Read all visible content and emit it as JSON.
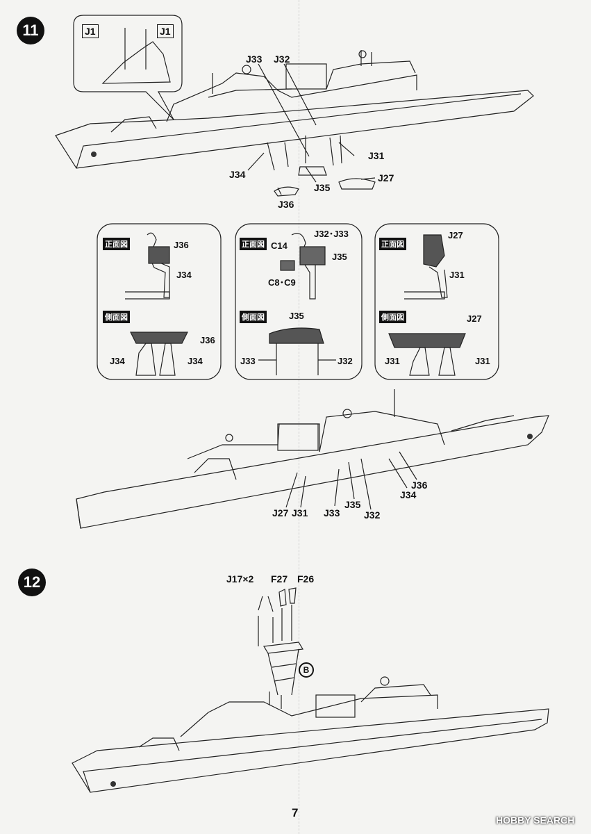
{
  "steps": {
    "s11": "11",
    "s12": "12"
  },
  "s11": {
    "inset": {
      "j1_left": "J1",
      "j1_right": "J1"
    },
    "labels": {
      "j33": "J33",
      "j32": "J32",
      "j31": "J31",
      "j27": "J27",
      "j34": "J34",
      "j35": "J35",
      "j36": "J36"
    },
    "panel1": {
      "front_tag": "正面図",
      "j36": "J36",
      "j34": "J34",
      "side_tag": "側面図",
      "side_j36": "J36",
      "side_j34_l": "J34",
      "side_j34_r": "J34"
    },
    "panel2": {
      "front_tag": "正面図",
      "c14": "C14",
      "j32_j33": "J32･J33",
      "j35": "J35",
      "c8_c9": "C8･C9",
      "side_tag": "側面図",
      "side_j35": "J35",
      "side_j33": "J33",
      "side_j32": "J32"
    },
    "panel3": {
      "front_tag": "正面図",
      "j27": "J27",
      "j31": "J31",
      "side_tag": "側面図",
      "side_j27": "J27",
      "side_j31_l": "J31",
      "side_j31_r": "J31"
    },
    "result_labels": {
      "j27": "J27",
      "j31": "J31",
      "j33": "J33",
      "j35": "J35",
      "j32": "J32",
      "j34": "J34",
      "j36": "J36"
    }
  },
  "s12": {
    "labels": {
      "j17x2": "J17×2",
      "f27": "F27",
      "f26": "F26",
      "b": "B"
    }
  },
  "page_number": "7",
  "watermark": "HOBBY SEARCH"
}
